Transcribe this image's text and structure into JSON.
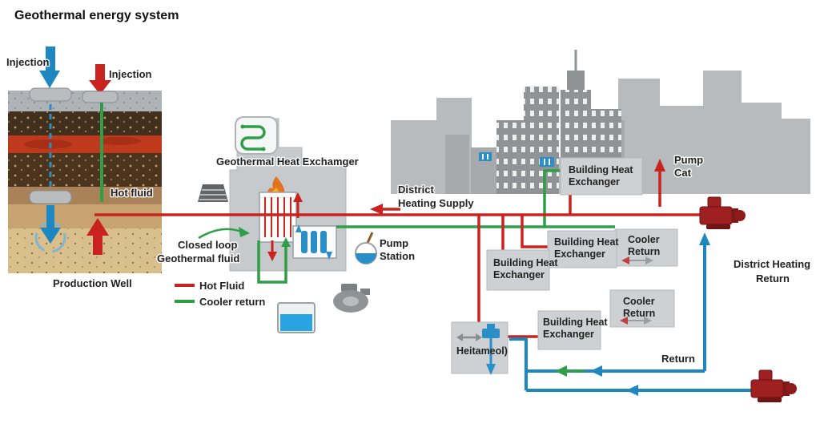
{
  "title": "Geothermal energy system",
  "colors": {
    "hot": "#c8231e",
    "cool": "#2f9e48",
    "return": "#1f87c0",
    "building_gray": "#c6cacc",
    "city_gray": "#a6aaac",
    "box_gray": "#cdd1d3"
  },
  "well": {
    "injection_left": "Injection",
    "injection_right": "Injection",
    "hot_fluid": "Hot fluid",
    "production_well": "Production Well"
  },
  "plant": {
    "name": "Geothermal Heat Exchamger",
    "closed_loop_line1": "Closed loop",
    "closed_loop_line2": "Geothermal fluid",
    "pump_station_line1": "Pump",
    "pump_station_line2": "Station"
  },
  "legend": {
    "hot": "Hot Fluid",
    "cool": "Cooler return"
  },
  "district": {
    "supply_line1": "District",
    "supply_line2": "Heating Supply",
    "return_line1": "District Heating",
    "return_line2": "Return",
    "pump_cat_line1": "Pump",
    "pump_cat_line2": "Cat",
    "bottom_return": "Return",
    "heitameol": "Heitameol)",
    "bhe_line1": "Building Heat",
    "bhe_line2": "Exchanger",
    "cooler_line1": "Cooler",
    "cooler_line2": "Return"
  }
}
